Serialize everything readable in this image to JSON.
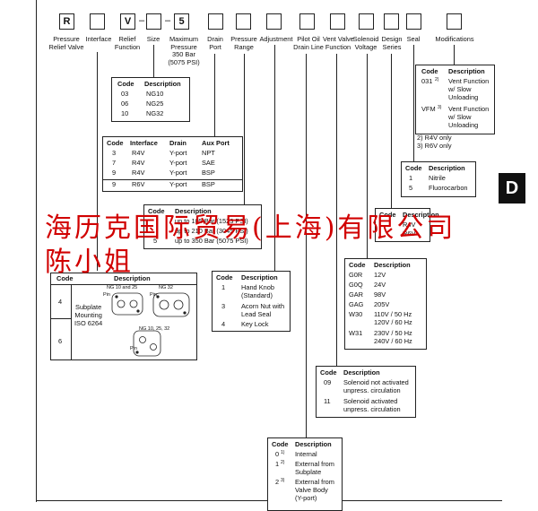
{
  "model_code": {
    "r": "R",
    "v": "V",
    "five": "5",
    "dash1": "–",
    "dash2": "–"
  },
  "headers": {
    "pressure_relief_valve": "Pressure\nRelief Valve",
    "interface": "Interface",
    "relief_function": "Relief\nFunction",
    "size": "Size",
    "maximum_pressure": "Maximum\nPressure\n350 Bar\n(5075 PSI)",
    "drain_port": "Drain\nPort",
    "pressure_range": "Pressure\nRange",
    "adjustment": "Adjustment",
    "pilot_oil_drain_line": "Pilot Oil\nDrain Line",
    "vent_valve_function": "Vent Valve\nFunction",
    "solenoid_voltage": "Solenoid\nVoltage",
    "design_series": "Design\nSeries",
    "seal": "Seal",
    "modifications": "Modifications"
  },
  "size_table": {
    "col_code": "Code",
    "col_desc": "Description",
    "rows": [
      {
        "code": "03",
        "desc": "NG10"
      },
      {
        "code": "06",
        "desc": "NG25"
      },
      {
        "code": "10",
        "desc": "NG32"
      }
    ]
  },
  "interface_table": {
    "col_code": "Code",
    "col_interface": "Interface",
    "col_drain": "Drain",
    "col_aux": "Aux Port",
    "rows": [
      {
        "code": "3",
        "iface": "R4V",
        "drain": "Y-port",
        "aux": "NPT"
      },
      {
        "code": "7",
        "iface": "R4V",
        "drain": "Y-port",
        "aux": "SAE"
      },
      {
        "code": "9",
        "iface": "R4V",
        "drain": "Y-port",
        "aux": "BSP"
      },
      {
        "code": "9",
        "iface": "R6V",
        "drain": "Y-port",
        "aux": "BSP"
      }
    ]
  },
  "modifications_table": {
    "col_code": "Code",
    "col_desc": "Description",
    "row1_code": "031",
    "row1_sup": "2)",
    "row1_desc": "Vent Function\nw/ Slow\nUnloading",
    "row2_code": "VFM",
    "row2_sup": "3)",
    "row2_desc": "Vent Function\nw/ Slow\nUnloading",
    "note1": "2) R4V only",
    "note2": "3) R6V only"
  },
  "seal_table": {
    "col_code": "Code",
    "col_desc": "Description",
    "rows": [
      {
        "code": "1",
        "desc": "Nitrile"
      },
      {
        "code": "5",
        "desc": "Fluorocarbon"
      }
    ]
  },
  "tab_letter": "D",
  "pressure_range_table": {
    "col_code": "Code",
    "col_desc": "Description",
    "row1": "up to 105 Bar (1523 PSI)",
    "row2": "up to 210 Bar (3045 PSI)",
    "row3_code": "5",
    "row3": "up to 350 Bar (5075 PSI)"
  },
  "design_table": {
    "col_code": "Code",
    "col_desc": "Description",
    "r4v": "R4V",
    "r6v": "R6V"
  },
  "adjustment_table": {
    "col_code": "Code",
    "col_desc": "Description",
    "rows": [
      {
        "code": "1",
        "desc": "Hand Knob\n(Standard)"
      },
      {
        "code": "3",
        "desc": "Acorn Nut with\nLead Seal"
      },
      {
        "code": "4",
        "desc": "Key Lock"
      }
    ]
  },
  "voltage_table": {
    "col_code": "Code",
    "col_desc": "Description",
    "rows": [
      {
        "code": "G0R",
        "desc": "12V"
      },
      {
        "code": "G0Q",
        "desc": "24V"
      },
      {
        "code": "GAR",
        "desc": "98V"
      },
      {
        "code": "GAG",
        "desc": "205V"
      },
      {
        "code": "W30",
        "desc": "110V / 50 Hz\n120V / 60 Hz"
      },
      {
        "code": "W31",
        "desc": "230V / 50 Hz\n240V / 60 Hz"
      }
    ]
  },
  "vent_table": {
    "col_code": "Code",
    "col_desc": "Description",
    "rows": [
      {
        "code": "09",
        "desc": "Solenoid not activated\nunpress. circulation"
      },
      {
        "code": "11",
        "desc": "Solenoid activated\nunpress. circulation"
      }
    ]
  },
  "pilot_table": {
    "col_code": "Code",
    "col_desc": "Description",
    "rows": [
      {
        "code": "0",
        "sup": "1)",
        "desc": "Internal"
      },
      {
        "code": "1",
        "sup": "2)",
        "desc": "External from\nSubplate"
      },
      {
        "code": "2",
        "sup": "3)",
        "desc": "External from\nValve Body\n(Y-port)"
      }
    ]
  },
  "mounting_table": {
    "col_code": "Code",
    "col_desc": "Description",
    "code4": "4",
    "code6": "6",
    "mount_desc": "Subplate\nMounting\nISO 6264",
    "ng_a": "NG 10 and 25",
    "ng_b": "NG 32",
    "ng_c": "NG 10, 25, 32",
    "pin_a": "Pin",
    "pin_b": "Pin",
    "pin_c": "Pin"
  },
  "watermark": {
    "line1": "海历克国际贸易(上海)有限公司",
    "line2": "陈小姐"
  }
}
